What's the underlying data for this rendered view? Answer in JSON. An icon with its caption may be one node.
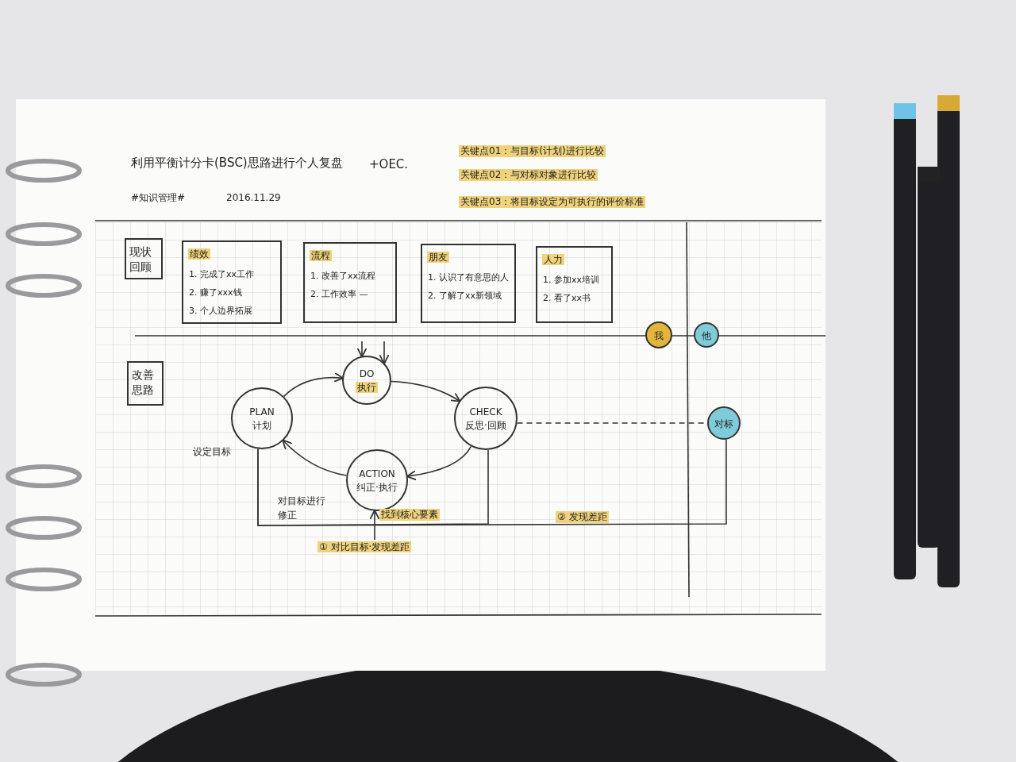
{
  "diagram": {
    "title": "利用平衡计分卡(BSC)思路进行个人复盘",
    "nodes": [
      {
        "text": [
          "现状回顾"
        ]
      },
      {
        "text": [
          "绩效",
          "1. 完成了xx工作",
          "2. 赚了xxx钱",
          "3. 个人边界拓展"
        ]
      },
      {
        "text": [
          "流程",
          "1. 改善了xx流程",
          "2. 工作效率 —"
        ]
      },
      {
        "text": [
          "朋友",
          "1. 认识了有意思的人",
          "2. 了解了xx新领域"
        ]
      },
      {
        "text": [
          "人力",
          "1. 参加xx培训",
          "2. 看了xx书"
        ]
      },
      {
        "text": [
          "我"
        ]
      },
      {
        "text": [
          "他"
        ]
      },
      {
        "text": [
          "改善思路"
        ]
      },
      {
        "text": [
          "DO",
          "执行"
        ]
      },
      {
        "text": [
          "PLAN",
          "计划"
        ]
      },
      {
        "text": [
          "CHECK",
          "反思·回顾"
        ]
      },
      {
        "text": [
          "ACTION",
          "纠正·执行"
        ]
      },
      {
        "text": [
          "对标"
        ]
      },
      {
        "text": [
          "① 对比目标·发现差距"
        ]
      }
    ],
    "edges": [
      {
        "from": 9,
        "to": 8,
        "arrow": "to"
      },
      {
        "from": 8,
        "to": 10,
        "arrow": "to"
      },
      {
        "from": 10,
        "to": 11,
        "arrow": "to"
      },
      {
        "from": 11,
        "to": 9,
        "arrow": "to"
      },
      {
        "from": null,
        "to": 8,
        "arrow": "to"
      },
      {
        "from": null,
        "to": 8,
        "arrow": "to"
      },
      {
        "from": 10,
        "to": 12,
        "arrow": "none",
        "style": "dashed"
      },
      {
        "from": 10,
        "to": 9,
        "arrow": "none"
      },
      {
        "from": 12,
        "to": 9,
        "arrow": "none"
      },
      {
        "from": 13,
        "to": 11,
        "arrow": "to",
        "label": "找到核心要素"
      }
    ],
    "labels": [
      "+OEC.",
      "#知识管理#",
      "2016.11.29",
      "关键点01：与目标(计划)进行比较",
      "关键点02：与对标对象进行比较",
      "关键点03：将目标设定为可执行的评价标准",
      "设定目标",
      "对目标进行修正",
      "② 发现差距"
    ]
  }
}
